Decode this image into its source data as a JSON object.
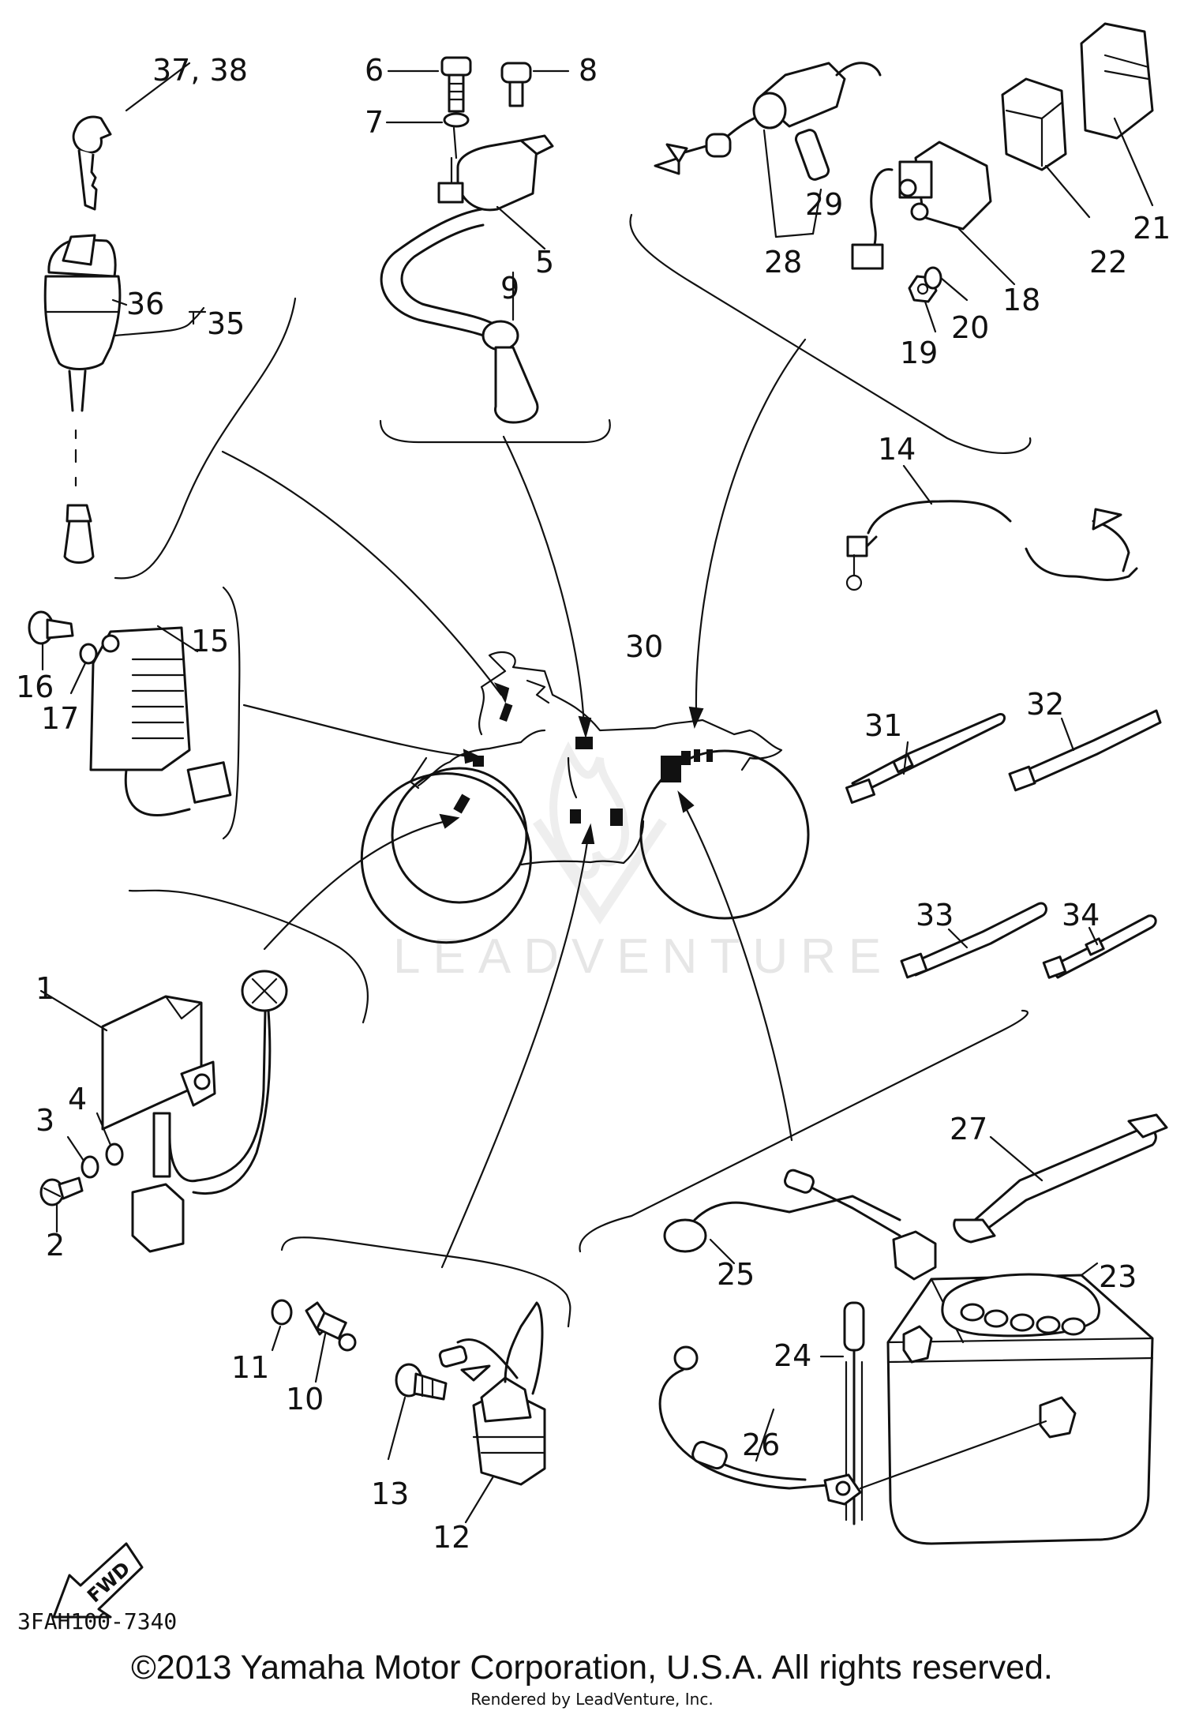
{
  "diagram": {
    "ref_code": "3FAH100-7340",
    "watermark": "LEADVENTURE",
    "fwd_label": "FWD",
    "copyright": "©2013 Yamaha Motor Corporation, U.S.A. All rights reserved.",
    "rendered_by": "Rendered by LeadVenture, Inc.",
    "callouts": [
      "37, 38",
      "6",
      "8",
      "7",
      "5",
      "9",
      "29",
      "28",
      "18",
      "20",
      "19",
      "22",
      "21",
      "36",
      "35",
      "14",
      "30",
      "15",
      "16",
      "17",
      "31",
      "32",
      "33",
      "34",
      "1",
      "4",
      "3",
      "2",
      "27",
      "25",
      "23",
      "24",
      "26",
      "11",
      "10",
      "13",
      "12"
    ]
  }
}
